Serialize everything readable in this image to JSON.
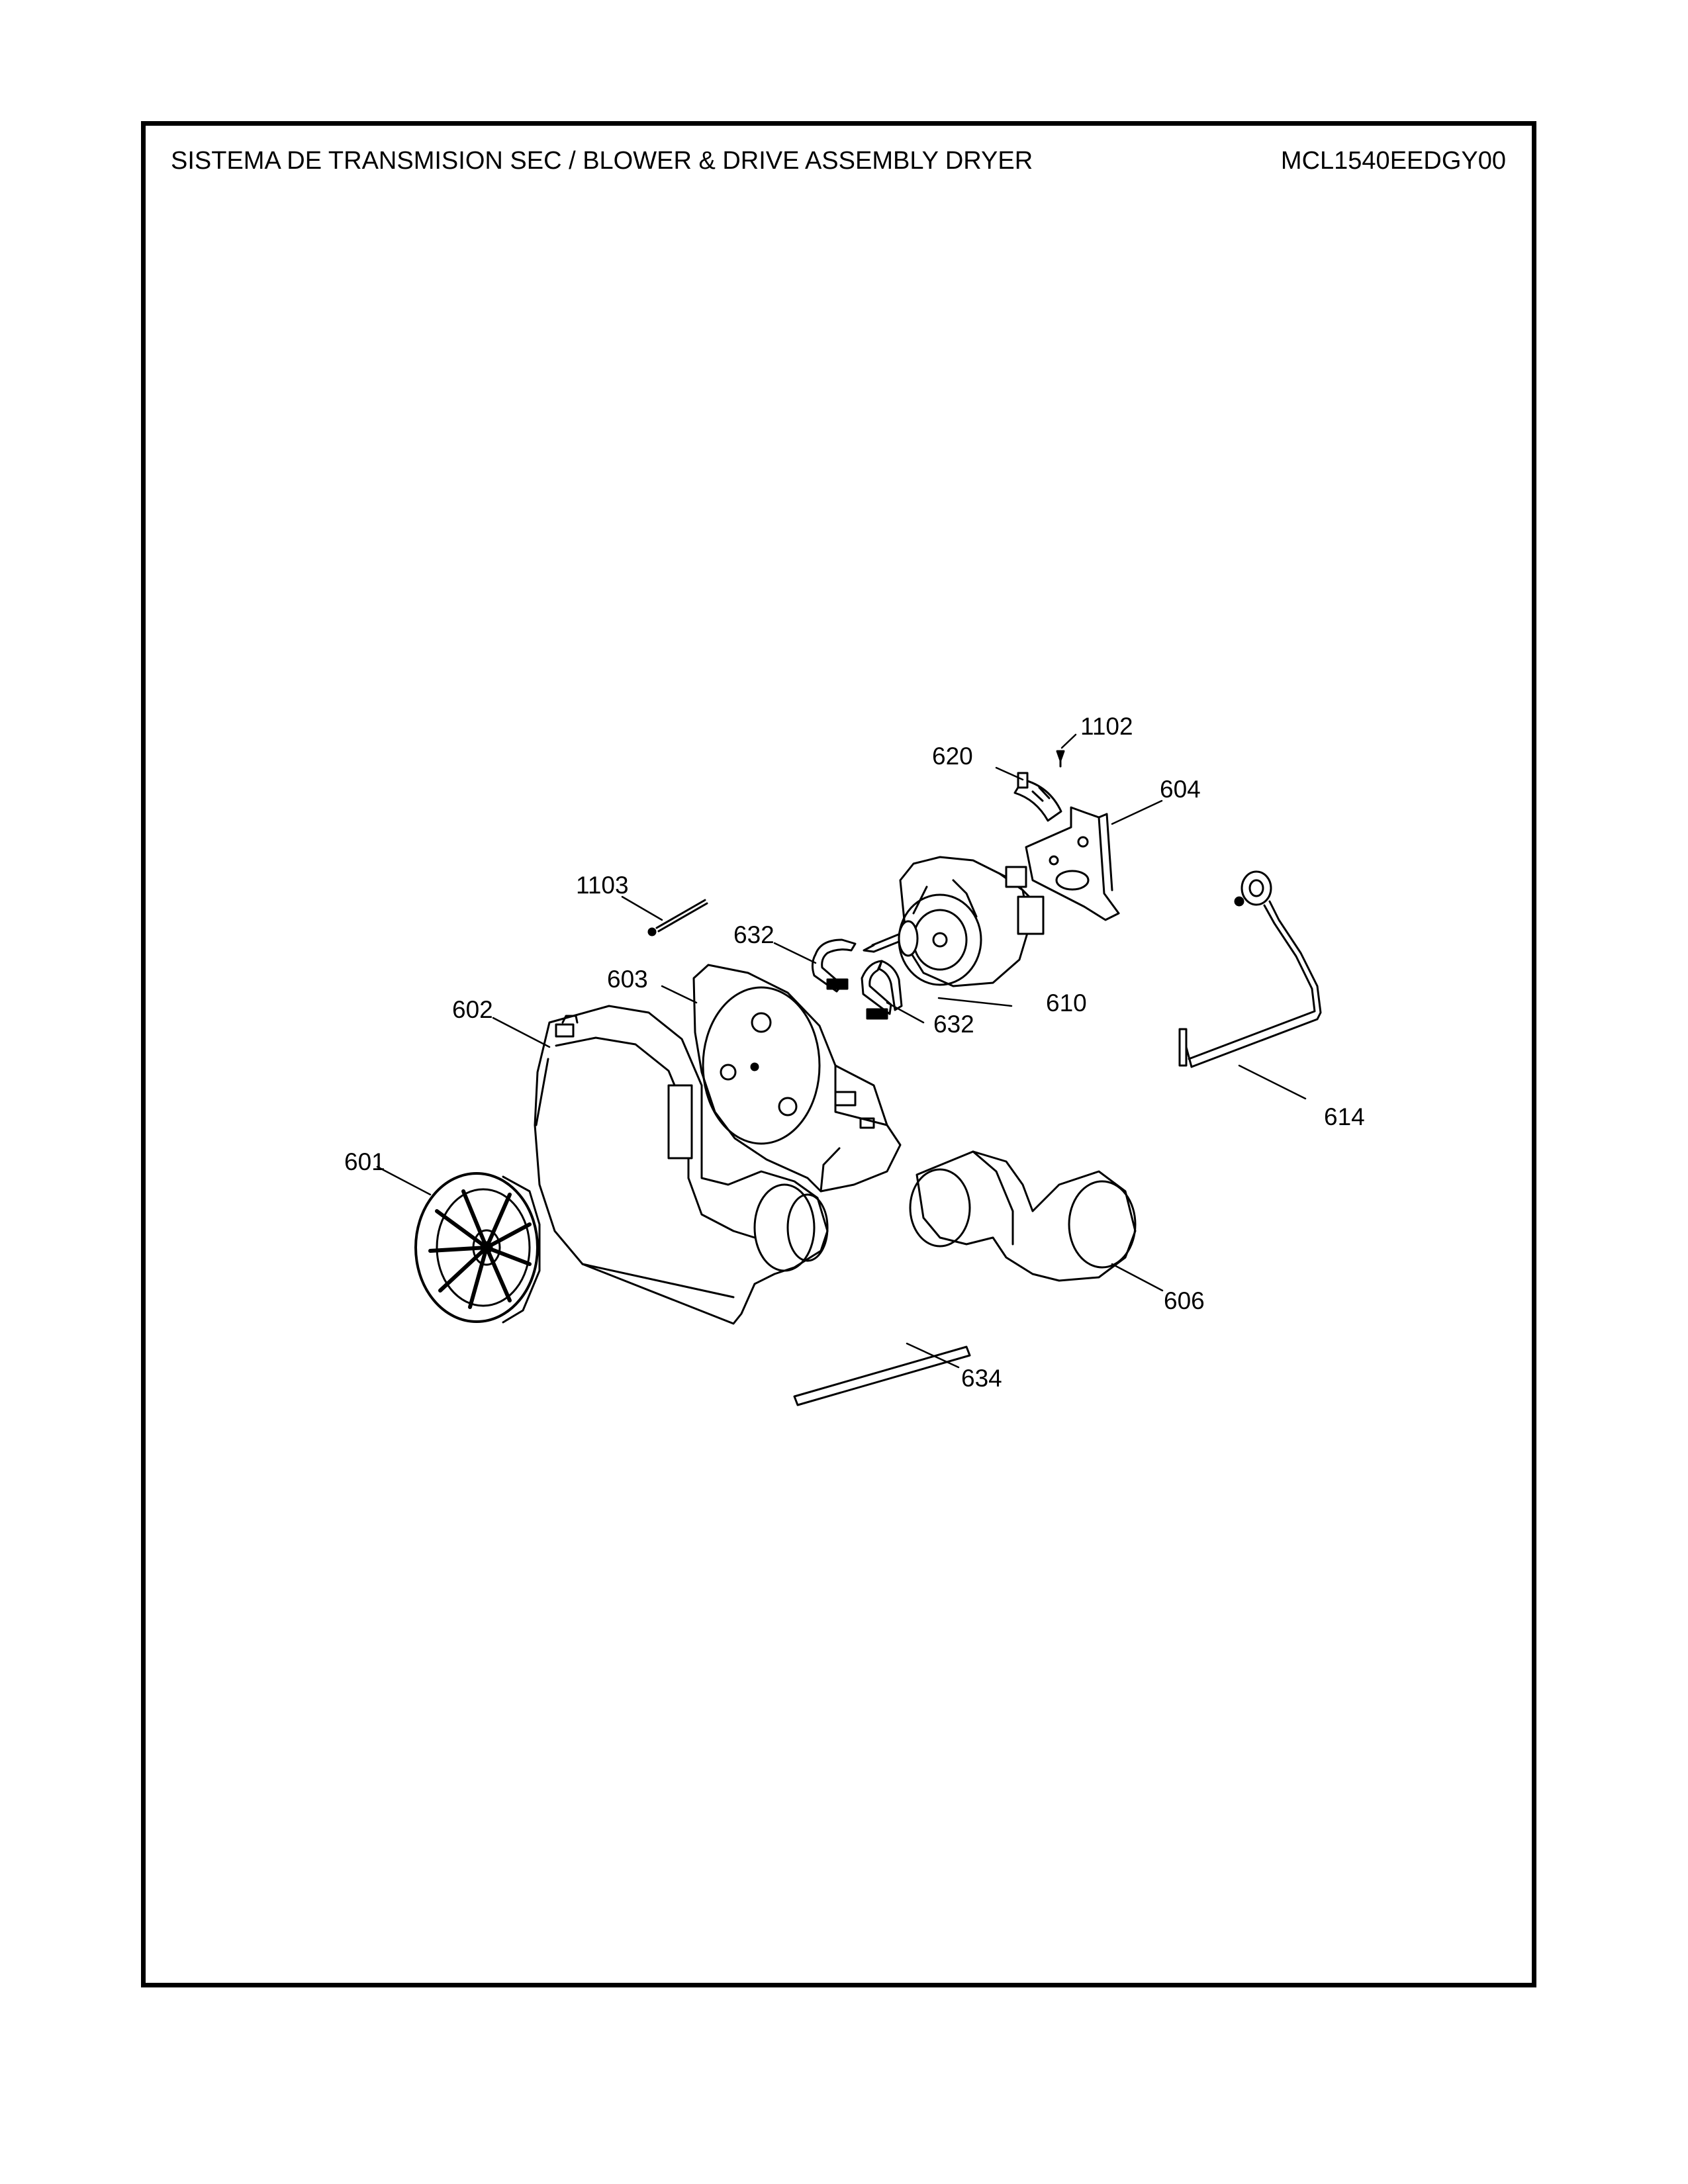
{
  "header": {
    "title": "SISTEMA DE TRANSMISION SEC / BLOWER & DRIVE ASSEMBLY DRYER",
    "model": "MCL1540EEDGY00"
  },
  "callouts": {
    "c1102": "1102",
    "c620": "620",
    "c604": "604",
    "c1103": "1103",
    "c632a": "632",
    "c632b": "632",
    "c610": "610",
    "c603": "603",
    "c602": "602",
    "c614": "614",
    "c601": "601",
    "c606": "606",
    "c634": "634"
  }
}
